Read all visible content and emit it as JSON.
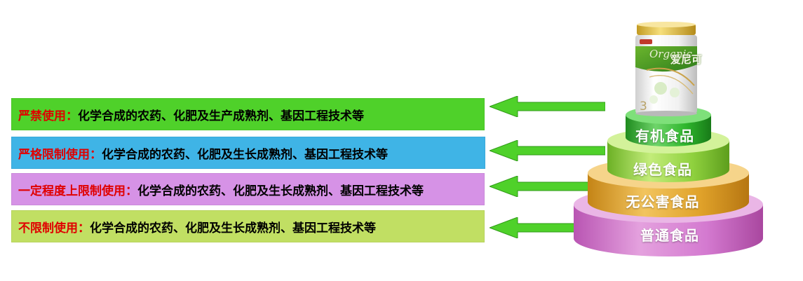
{
  "rules": [
    {
      "label": "严禁使用：",
      "desc": "化学合成的农药、化肥及生产成熟剂、基因工程技术等",
      "bg": "#4fd12a",
      "label_color": "#e00000"
    },
    {
      "label": "严格限制使用：",
      "desc": "化学合成的农药、化肥及生长成熟剂、基因工程技术等",
      "bg": "#3fb4e6",
      "label_color": "#e00000"
    },
    {
      "label": "一定程度上限制使用：",
      "desc": "化学合成的农药、化肥及生长成熟剂、基因工程技术等",
      "bg": "#d692e6",
      "label_color": "#e00000"
    },
    {
      "label": "不限制使用：",
      "desc": "化学合成的农药、化肥及生长成熟剂、基因工程技术等",
      "bg": "#c1df63",
      "label_color": "#e00000"
    }
  ],
  "tiers": [
    {
      "label": "有机食品",
      "color": "#2fb72d"
    },
    {
      "label": "绿色食品",
      "color": "#8fd13e"
    },
    {
      "label": "无公害食品",
      "color": "#e0a22a"
    },
    {
      "label": "普通食品",
      "color": "#d47ad0"
    }
  ],
  "product": {
    "line": "Organic",
    "brand": "爱尼可",
    "stage": "3"
  },
  "arrow_color": "#4fd12a"
}
